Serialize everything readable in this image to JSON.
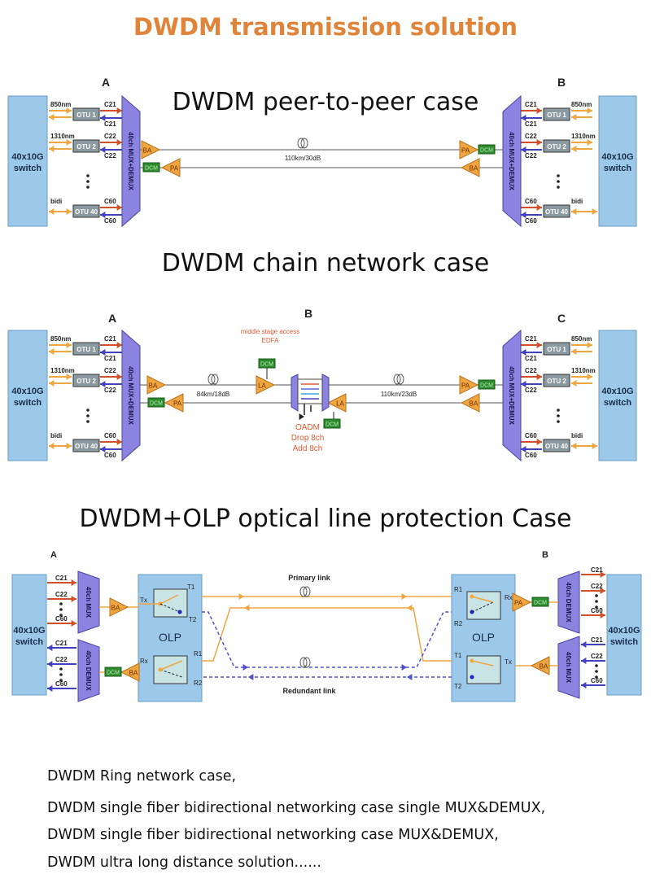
{
  "title": "DWDM transmission solution",
  "colors": {
    "title": "#e0843a",
    "switch_fill": "#9cc8ea",
    "mux_fill": "#8a84e0",
    "amp_fill": "#f0a640",
    "dcm_fill": "#2e8b2e",
    "tx_line": "#d0502a",
    "rx_line": "#4040c0",
    "client_line": "#f0a640"
  },
  "sections": [
    {
      "title": "DWDM peer-to-peer case",
      "nodes": {
        "left": "A",
        "right": "B"
      },
      "switch_label": [
        "40x10G",
        "switch"
      ],
      "mux_label": "40ch MUX+DEMUX",
      "otus": [
        {
          "name": "OTU 1",
          "client": "850nm",
          "tx": "C21",
          "rx": "C21"
        },
        {
          "name": "OTU 2",
          "client": "1310nm",
          "tx": "C22",
          "rx": "C22"
        },
        {
          "name": "OTU 40",
          "client": "bidi",
          "tx": "C60",
          "rx": "C60"
        }
      ],
      "amps": {
        "ba": "BA",
        "pa": "PA",
        "dcm": "DCM"
      },
      "span": "110km/30dB"
    },
    {
      "title": "DWDM chain network case",
      "nodes": {
        "left": "A",
        "middle": "B",
        "right": "C"
      },
      "switch_label": [
        "40x10G",
        "switch"
      ],
      "mux_label": "40ch MUX+DEMUX",
      "otus": [
        {
          "name": "OTU 1",
          "client": "850nm",
          "tx": "C21",
          "rx": "C21"
        },
        {
          "name": "OTU 2",
          "client": "1310nm",
          "tx": "C22",
          "rx": "C22"
        },
        {
          "name": "OTU 40",
          "client": "bidi",
          "tx": "C60",
          "rx": "C60"
        }
      ],
      "amps": {
        "ba": "BA",
        "pa": "PA",
        "la": "LA",
        "dcm": "DCM"
      },
      "middle_note": [
        "middle stage access",
        "EDFA"
      ],
      "oadm_note": [
        "OADM",
        "Drop 8ch",
        "Add 8ch"
      ],
      "span_left": "84km/18dB",
      "span_right": "110km/23dB"
    },
    {
      "title": "DWDM+OLP optical line protection Case",
      "nodes": {
        "left": "A",
        "right": "B"
      },
      "switch_label": [
        "40x10G",
        "switch"
      ],
      "mux_label": "40ch MUX",
      "demux_label": "40ch DEMUX",
      "channels": [
        "C21",
        "C22",
        "C60"
      ],
      "olp_label": "OLP",
      "ports": {
        "tx": "Tx",
        "rx": "Rx",
        "t1": "T1",
        "t2": "T2",
        "r1": "R1",
        "r2": "R2"
      },
      "amps": {
        "ba": "BA",
        "pa": "PA",
        "dcm": "DCM"
      },
      "primary_link": "Primary link",
      "redundant_link": "Redundant link"
    }
  ],
  "footer": [
    "DWDM Ring network case,",
    "DWDM single fiber bidirectional networking case single MUX&DEMUX,",
    "DWDM single fiber bidirectional networking case MUX&DEMUX,",
    "DWDM ultra long distance solution......"
  ]
}
